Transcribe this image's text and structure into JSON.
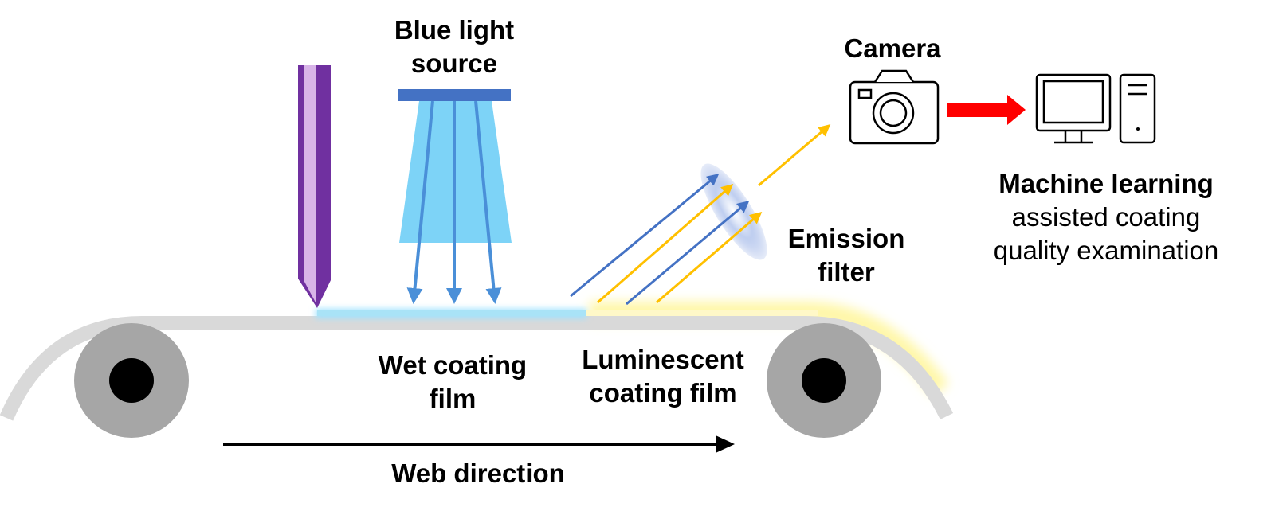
{
  "labels": {
    "blue_light_source": [
      "Blue light",
      "source"
    ],
    "camera": "Camera",
    "machine_learning_title": "Machine learning",
    "machine_learning_desc": [
      "assisted coating",
      "quality examination"
    ],
    "emission_filter": [
      "Emission",
      "filter"
    ],
    "wet_coating_film": [
      "Wet coating",
      "film"
    ],
    "luminescent_coating_film": [
      "Luminescent",
      "coating film"
    ],
    "web_direction": "Web direction"
  },
  "colors": {
    "blade_dark": "#7030a0",
    "blade_light": "#d8b4e8",
    "light_source_bar": "#4472c4",
    "light_cone": "#7dd3f7",
    "blue_ray": "#4a8fd8",
    "reflected_blue": "#4472c4",
    "emission_yellow": "#ffc000",
    "belt": "#d9d9d9",
    "roller": "#a6a6a6",
    "roller_core": "#000000",
    "wet_film_glow": "#aee8ff",
    "luminescent_glow": "#fff7a8",
    "data_arrow": "#ff0000",
    "direction_arrow": "#000000"
  },
  "icons": [
    "camera-icon",
    "computer-monitor-icon",
    "computer-tower-icon"
  ]
}
